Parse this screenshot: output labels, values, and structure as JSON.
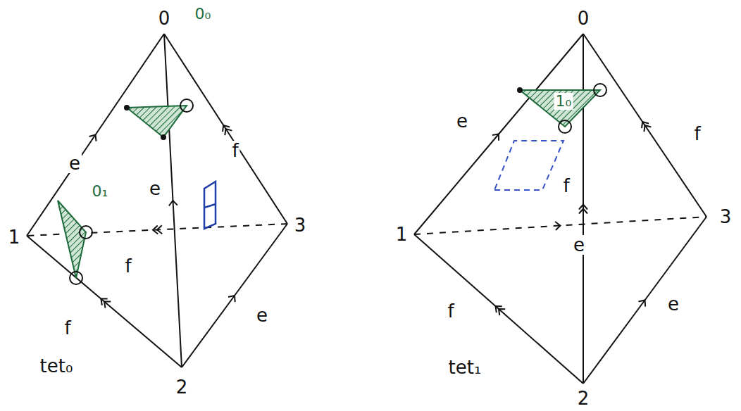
{
  "diagram": {
    "labels": [
      "0",
      "0₀",
      "e",
      "f",
      "e",
      "0₁",
      "1",
      "f",
      "3",
      "f",
      "e",
      "tet₀",
      "2",
      "0",
      "1₀",
      "e",
      "f",
      "f",
      "1",
      "e",
      "3",
      "f",
      "e",
      "tet₁",
      "2"
    ]
  }
}
